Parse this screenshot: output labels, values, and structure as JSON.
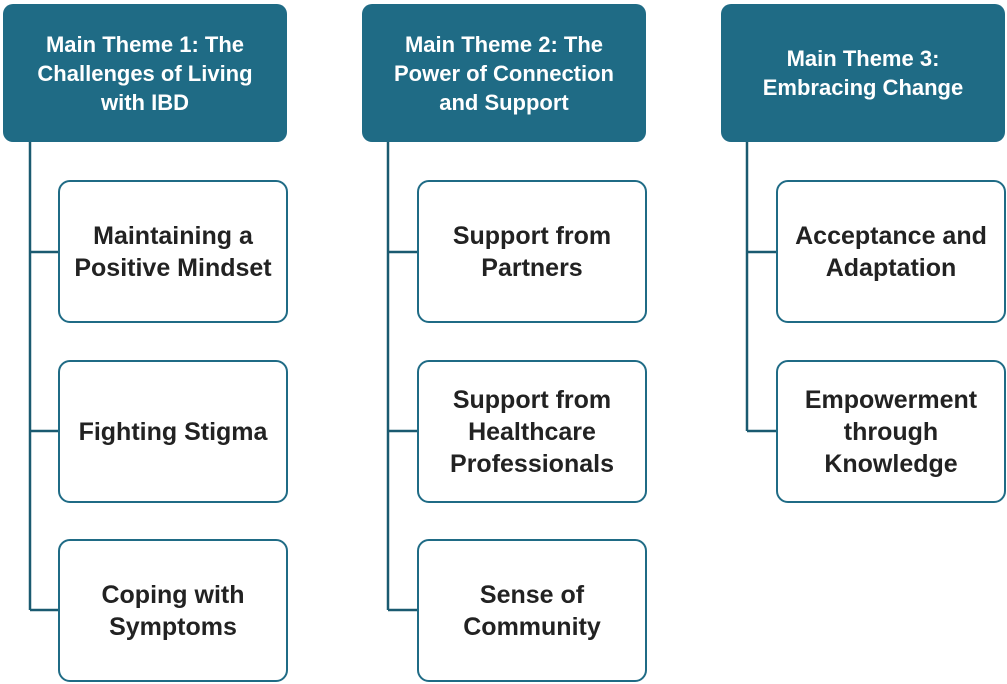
{
  "colors": {
    "theme_fill": "#1f6b85",
    "theme_text": "#ffffff",
    "sub_border": "#1f6b85",
    "sub_text": "#222222",
    "connector": "#1a5a70"
  },
  "themes": [
    {
      "title": "Main Theme 1: The Challenges of Living with IBD",
      "subthemes": [
        "Maintaining a Positive Mindset",
        "Fighting Stigma",
        "Coping with Symptoms"
      ]
    },
    {
      "title": "Main Theme 2: The Power of Connection and Support",
      "subthemes": [
        "Support from Partners",
        "Support from Healthcare Professionals",
        "Sense of Community"
      ]
    },
    {
      "title": "Main Theme 3: Embracing Change",
      "subthemes": [
        "Acceptance and Adaptation",
        "Empowerment through Knowledge"
      ]
    }
  ]
}
